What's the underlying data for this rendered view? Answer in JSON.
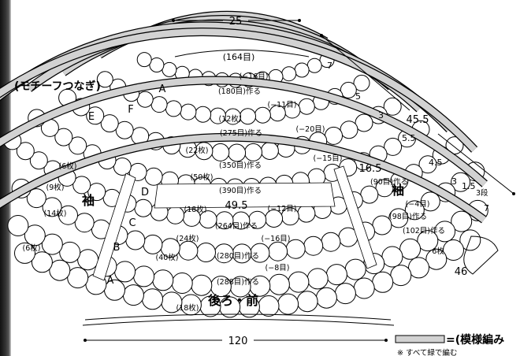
{
  "title": "(モチーフつなぎ)",
  "dimensions": {
    "top_width": "25",
    "bottom_width": "120",
    "side_slant": "45.5",
    "sleeve_cuff": "46",
    "middle_width": "49.5",
    "sleeve_height": "16.5"
  },
  "section_letters": [
    "A",
    "F",
    "E",
    "D",
    "C",
    "B",
    "A"
  ],
  "row_labels": [
    "7",
    "5",
    "3",
    "5.5",
    "4.5",
    "3",
    "1.5",
    "3段",
    "7"
  ],
  "center_labels": [
    "(164目)",
    "(−16目)",
    "(180目)作る",
    "(12枚)",
    "(−11目)",
    "(275目)作る",
    "(−20目)",
    "(22枚)",
    "(−15目)",
    "(350目)作る",
    "(50枚)",
    "(390目)作る",
    "(18枚)",
    "(−12目)",
    "(264目)作る",
    "(24枚)",
    "(−16目)",
    "(280目)作る",
    "(40枚)",
    "(−8目)",
    "(288目)作る",
    "(18枚)"
  ],
  "sleeve_labels": {
    "left_name": "袖",
    "right_name": "袖",
    "left": [
      "(6枚)",
      "(9枚)",
      "(14枚)",
      "(6枚)"
    ],
    "right": [
      "(90目)作る",
      "(−4目)",
      "(98目)作る",
      "(102目)作る",
      "6枚"
    ]
  },
  "body_label": "後ろ・前",
  "legend": {
    "text": "=(模様編み",
    "note": "※ すべて緑で編む"
  }
}
